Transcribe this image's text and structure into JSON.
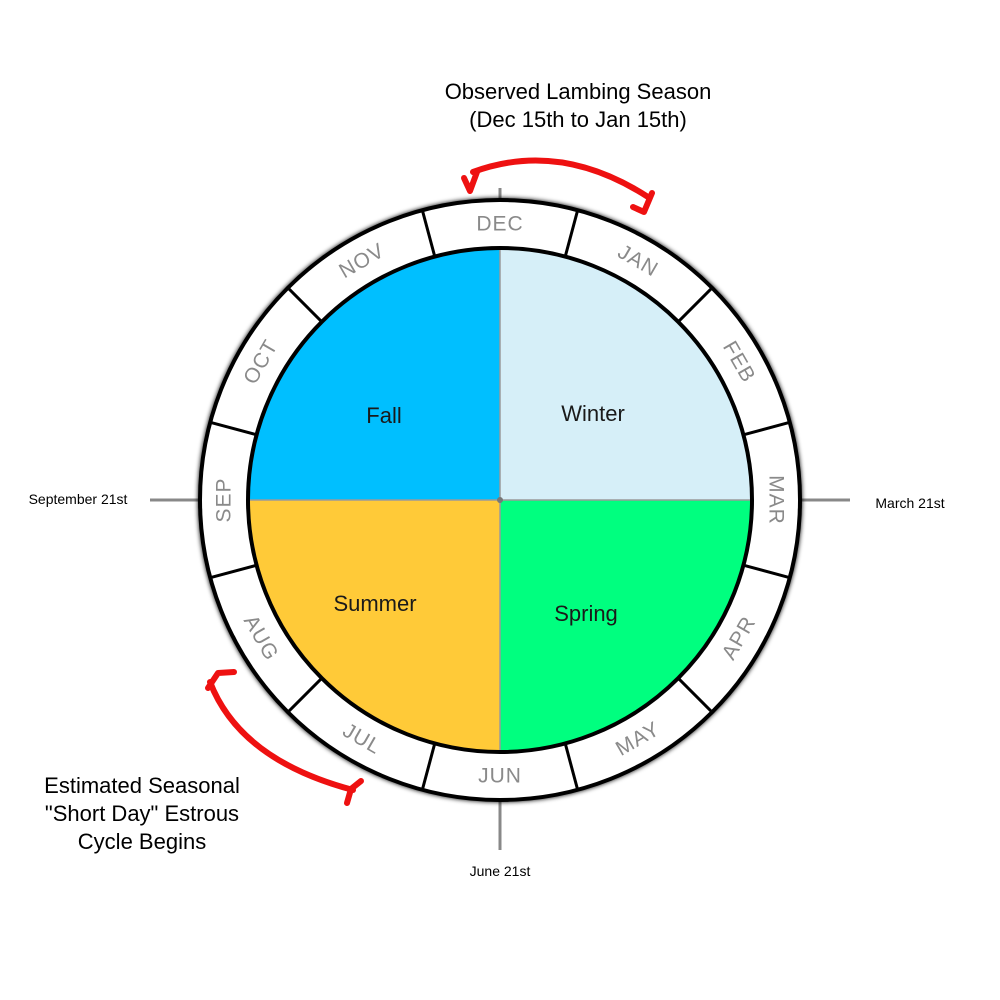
{
  "annotations": {
    "lambing_line1": "Observed Lambing Season",
    "lambing_line2": "(Dec 15th to Jan 15th)",
    "estrous_line1": "Estimated Seasonal",
    "estrous_line2": "\"Short Day\" Estrous",
    "estrous_line3": "Cycle Begins"
  },
  "axis_labels": {
    "left": "September 21st",
    "right": "March 21st",
    "bottom": "June 21st"
  },
  "seasons": [
    {
      "key": "fall",
      "label": "Fall",
      "color": "#00BFFF"
    },
    {
      "key": "winter",
      "label": "Winter",
      "color": "#D6EFF8"
    },
    {
      "key": "summer",
      "label": "Summer",
      "color": "#FFCA38"
    },
    {
      "key": "spring",
      "label": "Spring",
      "color": "#00FF7F"
    }
  ],
  "months": [
    "DEC",
    "JAN",
    "FEB",
    "MAR",
    "APR",
    "MAY",
    "JUN",
    "JUL",
    "AUG",
    "SEP",
    "OCT",
    "NOV"
  ],
  "colors": {
    "arrow": "#EE1111",
    "ring_stroke": "#000000",
    "axis_line": "#888888",
    "month_text": "#8a8a8a"
  }
}
